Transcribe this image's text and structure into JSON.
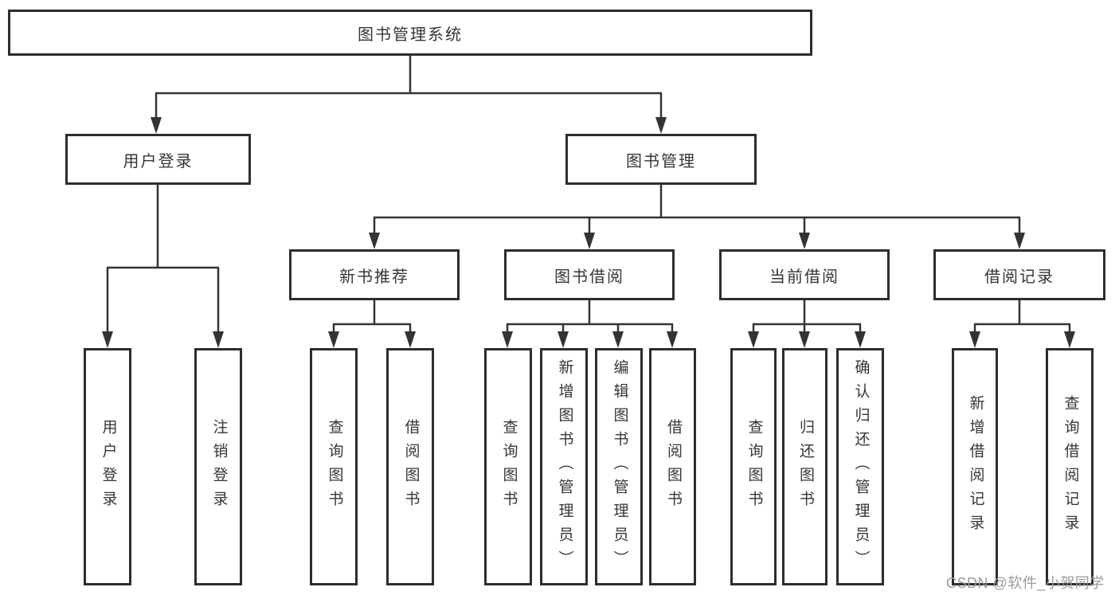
{
  "diagram_type": "hierarchy",
  "tree": {
    "label": "图书管理系统",
    "children": [
      {
        "label": "用户登录",
        "children": [
          {
            "label": "用户登录"
          },
          {
            "label": "注销登录"
          }
        ]
      },
      {
        "label": "图书管理",
        "children": [
          {
            "label": "新书推荐",
            "children": [
              {
                "label": "查询图书"
              },
              {
                "label": "借阅图书"
              }
            ]
          },
          {
            "label": "图书借阅",
            "children": [
              {
                "label": "查询图书"
              },
              {
                "label": "新增图书（管理员）"
              },
              {
                "label": "编辑图书（管理员）"
              },
              {
                "label": "借阅图书"
              }
            ]
          },
          {
            "label": "当前借阅",
            "children": [
              {
                "label": "查询图书"
              },
              {
                "label": "归还图书"
              },
              {
                "label": "确认归还（管理员）"
              }
            ]
          },
          {
            "label": "借阅记录",
            "children": [
              {
                "label": "新增借阅记录"
              },
              {
                "label": "查询借阅记录"
              }
            ]
          }
        ]
      }
    ]
  },
  "watermark": {
    "text": "CSDN @软件_小贺同学"
  },
  "colors": {
    "line": "#333333",
    "box_border": "#2d2d2d",
    "text": "#363636",
    "watermark": "#9b9b9b",
    "background": "#ffffff"
  }
}
